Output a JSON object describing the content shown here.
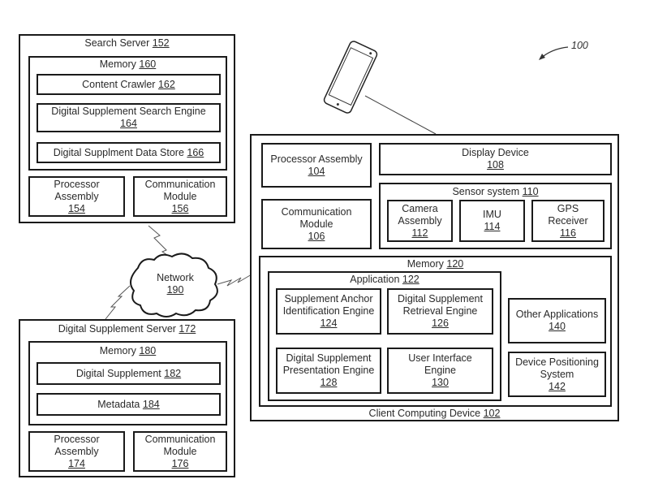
{
  "figure_ref": "100",
  "search_server": {
    "title": "Search Server",
    "num": "152",
    "memory": {
      "title": "Memory",
      "num": "160",
      "items": [
        {
          "label": "Content Crawler",
          "num": "162"
        },
        {
          "label": "Digital Supplement Search Engine",
          "num": "164"
        },
        {
          "label": "Digital Supplment Data Store",
          "num": "166"
        }
      ]
    },
    "processor": {
      "line1": "Processor",
      "line2": "Assembly",
      "num": "154"
    },
    "comm": {
      "line1": "Communication",
      "line2": "Module",
      "num": "156"
    }
  },
  "network": {
    "label": "Network",
    "num": "190"
  },
  "ds_server": {
    "title": "Digital Supplement Server",
    "num": "172",
    "memory": {
      "title": "Memory",
      "num": "180",
      "items": [
        {
          "label": "Digital Supplement",
          "num": "182"
        },
        {
          "label": "Metadata",
          "num": "184"
        }
      ]
    },
    "processor": {
      "line1": "Processor",
      "line2": "Assembly",
      "num": "174"
    },
    "comm": {
      "line1": "Communication",
      "line2": "Module",
      "num": "176"
    }
  },
  "client": {
    "title": "Client Computing Device",
    "num": "102",
    "processor": {
      "label": "Processor Assembly",
      "num": "104"
    },
    "display": {
      "label": "Display Device",
      "num": "108"
    },
    "comm": {
      "line1": "Communication",
      "line2": "Module",
      "num": "106"
    },
    "sensor": {
      "title": "Sensor system",
      "num": "110",
      "camera": {
        "line1": "Camera",
        "line2": "Assembly",
        "num": "112"
      },
      "imu": {
        "label": "IMU",
        "num": "114"
      },
      "gps": {
        "line1": "GPS",
        "line2": "Receiver",
        "num": "116"
      }
    },
    "memory": {
      "title": "Memory",
      "num": "120",
      "application": {
        "title": "Application",
        "num": "122",
        "anchor": {
          "line1": "Supplement Anchor",
          "line2": "Identification Engine",
          "num": "124"
        },
        "retrieval": {
          "line1": "Digital Supplement",
          "line2": "Retrieval Engine",
          "num": "126"
        },
        "presentation": {
          "line1": "Digital Supplement",
          "line2": "Presentation Engine",
          "num": "128"
        },
        "ui": {
          "line1": "User Interface",
          "line2": "Engine",
          "num": "130"
        }
      },
      "other": {
        "label": "Other Applications",
        "num": "140"
      },
      "positioning": {
        "line1": "Device Positioning",
        "line2": "System",
        "num": "142"
      }
    }
  }
}
